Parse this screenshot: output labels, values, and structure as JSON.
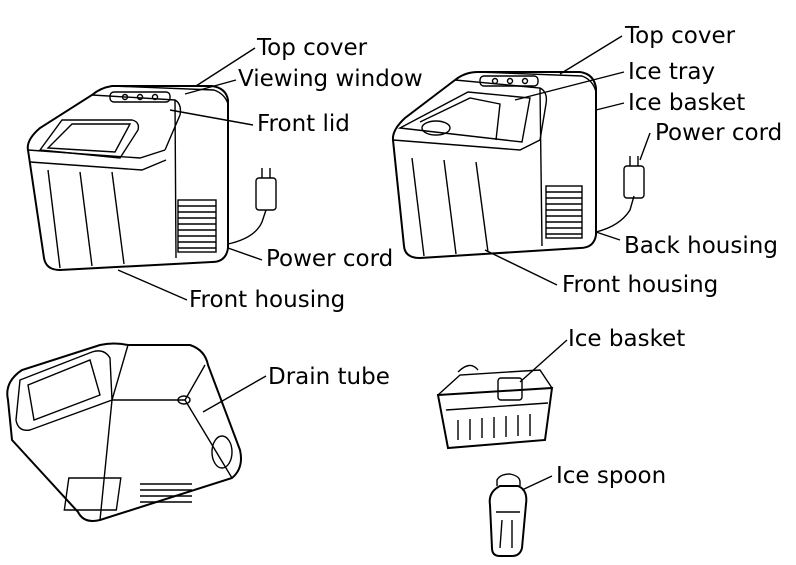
{
  "labels": {
    "top_cover_1": "Top cover",
    "viewing_window": "Viewing window",
    "front_lid": "Front lid",
    "power_cord_1": "Power cord",
    "front_housing_1": "Front housing",
    "top_cover_2": "Top cover",
    "ice_tray": "Ice tray",
    "ice_basket_1": "Ice basket",
    "power_cord_2": "Power cord",
    "back_housing": "Back housing",
    "front_housing_2": "Front housing",
    "drain_tube": "Drain tube",
    "ice_basket_2": "Ice basket",
    "ice_spoon": "Ice spoon"
  }
}
